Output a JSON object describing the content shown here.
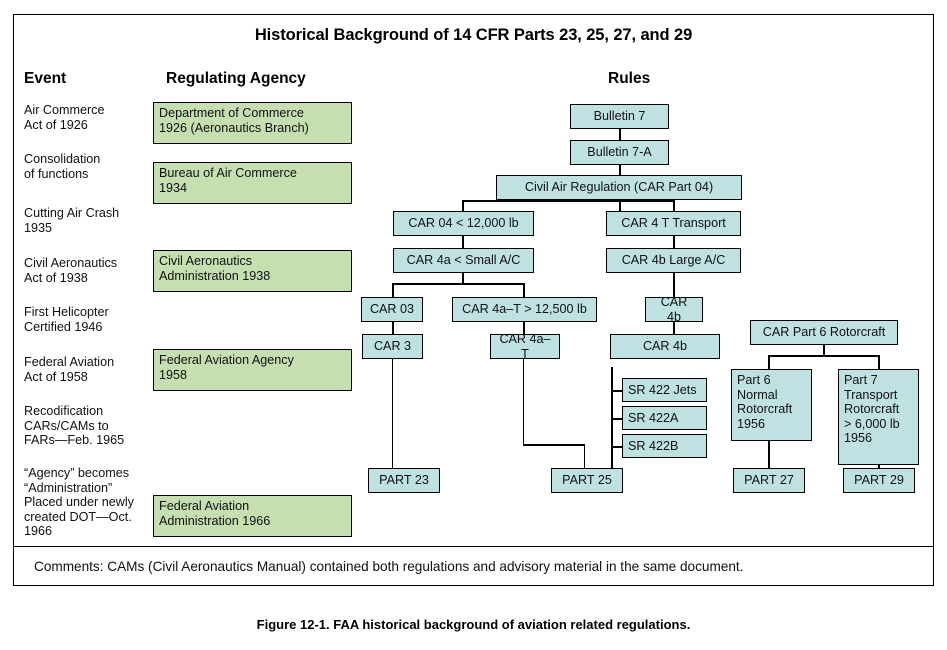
{
  "figure": {
    "title": "Historical Background of 14 CFR Parts 23, 25, 27, and 29",
    "caption": "Figure 12-1. FAA historical background of aviation related regulations.",
    "comments": "Comments: CAMs (Civil Aeronautics Manual) contained both regulations and advisory material in the same document."
  },
  "colors": {
    "agency_fill": "#c5dfb1",
    "rules_fill": "#bfe1e2",
    "border": "#000000",
    "page_background": "#ffffff"
  },
  "headers": {
    "event": "Event",
    "agency": "Regulating Agency",
    "rules": "Rules"
  },
  "events": [
    {
      "id": "air-commerce-act-1926",
      "text": "Air Commerce\nAct of 1926"
    },
    {
      "id": "consolidation-of-functions",
      "text": "Consolidation\nof functions"
    },
    {
      "id": "cutting-air-crash-1935",
      "text": "Cutting Air Crash\n1935"
    },
    {
      "id": "civil-aeronautics-act-1938",
      "text": "Civil Aeronautics\nAct of 1938"
    },
    {
      "id": "first-helicopter-certified-1946",
      "text": "First Helicopter\nCertified 1946"
    },
    {
      "id": "federal-aviation-act-1958",
      "text": "Federal Aviation\nAct of 1958"
    },
    {
      "id": "recodification-1965",
      "text": "Recodification\nCARs/CAMs to\nFARs—Feb. 1965"
    },
    {
      "id": "agency-becomes-administration-1966",
      "text": "“Agency” becomes\n“Administration”\nPlaced under newly\ncreated DOT—Oct.\n1966"
    }
  ],
  "agencies": [
    {
      "id": "department-of-commerce-1926",
      "text": "Department of Commerce\n1926 (Aeronautics Branch)"
    },
    {
      "id": "bureau-of-air-commerce-1934",
      "text": "Bureau of Air Commerce\n1934"
    },
    {
      "id": "civil-aeronautics-administration-1938",
      "text": "Civil Aeronautics\nAdministration 1938"
    },
    {
      "id": "federal-aviation-agency-1958",
      "text": "Federal Aviation Agency\n1958"
    },
    {
      "id": "federal-aviation-administration-1966",
      "text": "Federal Aviation\nAdministration 1966"
    }
  ],
  "rules": [
    {
      "id": "bulletin-7",
      "text": "Bulletin 7"
    },
    {
      "id": "bulletin-7a",
      "text": "Bulletin 7-A"
    },
    {
      "id": "civil-air-regulation-car-part-04",
      "text": "Civil Air Regulation (CAR Part 04)"
    },
    {
      "id": "car-04-under-12000-lb",
      "text": "CAR 04 < 12,000 lb"
    },
    {
      "id": "car-4t-transport",
      "text": "CAR 4 T Transport"
    },
    {
      "id": "car-4a-small-ac",
      "text": "CAR 4a < Small A/C"
    },
    {
      "id": "car-4b-large-ac",
      "text": "CAR 4b Large A/C"
    },
    {
      "id": "car-03",
      "text": "CAR 03"
    },
    {
      "id": "car-4a-t-over-12500-lb",
      "text": "CAR 4a–T > 12,500 lb"
    },
    {
      "id": "car-4b-upper",
      "text": "CAR 4b"
    },
    {
      "id": "car-3",
      "text": "CAR 3"
    },
    {
      "id": "car-4a-t",
      "text": "CAR 4a–T"
    },
    {
      "id": "car-4b-lower",
      "text": "CAR 4b"
    },
    {
      "id": "car-part-6-rotorcraft",
      "text": "CAR Part 6 Rotorcraft"
    },
    {
      "id": "sr-422-jets",
      "text": "SR 422 Jets"
    },
    {
      "id": "sr-422a",
      "text": "SR 422A"
    },
    {
      "id": "sr-422b",
      "text": "SR 422B"
    },
    {
      "id": "part-6-normal-rotorcraft-1956",
      "text": "Part 6\nNormal\nRotorcraft\n1956"
    },
    {
      "id": "part-7-transport-rotorcraft-1956",
      "text": "Part 7\nTransport\nRotorcraft\n> 6,000 lb\n1956"
    },
    {
      "id": "part-23",
      "text": "PART 23"
    },
    {
      "id": "part-25",
      "text": "PART 25"
    },
    {
      "id": "part-27",
      "text": "PART 27"
    },
    {
      "id": "part-29",
      "text": "PART 29"
    }
  ]
}
